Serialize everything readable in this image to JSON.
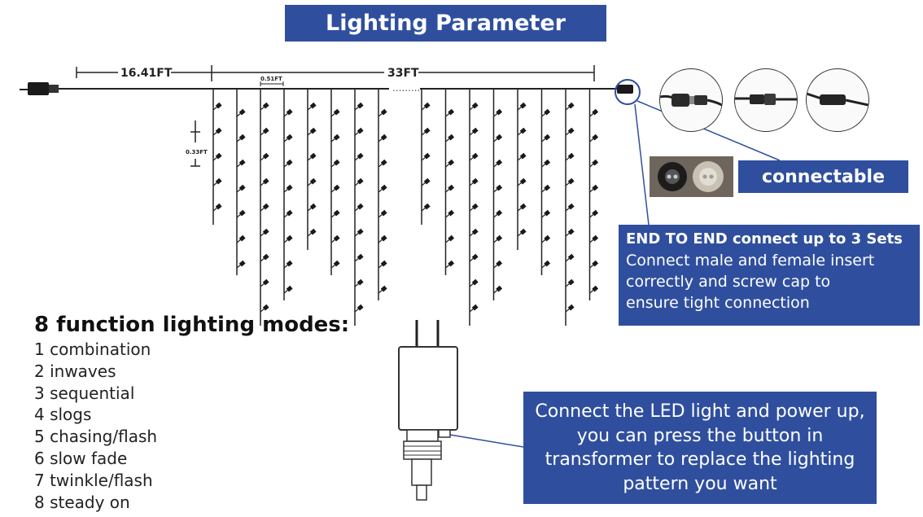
{
  "title": "Lighting Parameter",
  "dimensions": {
    "lead_length": "16.41FT",
    "total_length": "33FT",
    "drop_spacing": "0.51FT",
    "bulb_spacing": "0.33FT"
  },
  "connector_photos": [
    "male-female-connector-open",
    "connector-joined",
    "connector-screwed"
  ],
  "connectable_label": "connectable",
  "end_to_end": {
    "heading": "END TO END connect up to 3 Sets",
    "lines": [
      "Connect male and female insert",
      "correctly and screw cap to",
      "ensure tight connection"
    ]
  },
  "modes": {
    "title": "8 function lighting modes:",
    "items": [
      "1 combination",
      "2 inwaves",
      "3 sequential",
      "4 slogs",
      "5 chasing/flash",
      "6 slow fade",
      "7 twinkle/flash",
      "8 steady on"
    ]
  },
  "transformer_note": "Connect the LED light and power up, you can press the button in transformer to replace the lighting pattern you want"
}
